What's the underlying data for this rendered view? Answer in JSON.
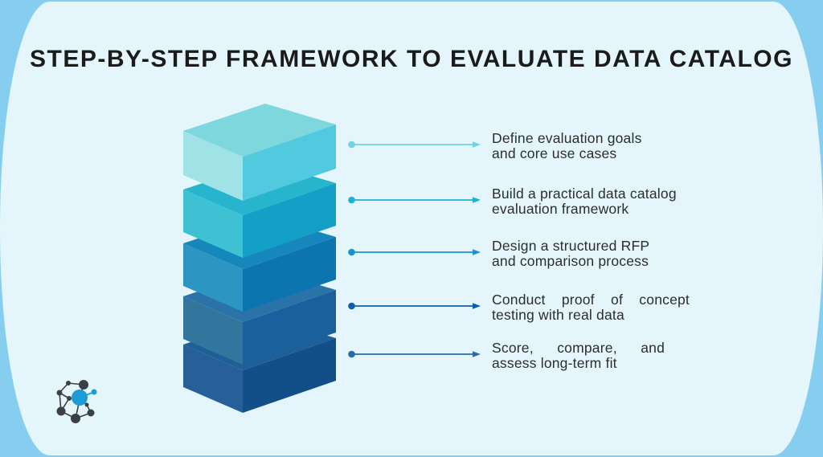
{
  "title": "STEP-BY-STEP FRAMEWORK TO EVALUATE DATA CATALOG",
  "theme": {
    "outer_background": "#86CEEF",
    "panel_background": "#E4F6FC",
    "title_color": "#1B1B1B",
    "step_text_color": "#2D2D2D"
  },
  "steps": [
    {
      "line1": "Define evaluation goals",
      "line2": "and core use cases",
      "arrow_color": "#6ED3DC"
    },
    {
      "line1": "Build a practical data catalog",
      "line2": "evaluation framework",
      "arrow_color": "#1CB2D2"
    },
    {
      "line1": "Design a structured RFP",
      "line2": "and comparison process",
      "arrow_color": "#1795CB"
    },
    {
      "line1": "Conduct proof of concept",
      "line2": "testing with real data",
      "arrow_color": "#0F5FA8"
    },
    {
      "line1": "Score, compare, and",
      "line2": "assess long-term fit",
      "arrow_color": "#2A6BA5"
    }
  ],
  "stack": {
    "layers": [
      {
        "name": "layer-1",
        "top": "#7DD7DD",
        "left": "#9FE3E7",
        "right": "#51C9DE"
      },
      {
        "name": "layer-2",
        "top": "#26B5CC",
        "left": "#3EC2D3",
        "right": "#14A0C6"
      },
      {
        "name": "layer-3",
        "top": "#1587BD",
        "left": "#2D95C1",
        "right": "#0C74AF"
      },
      {
        "name": "layer-4",
        "top": "#2A73A9",
        "left": "#32759D",
        "right": "#19609C"
      },
      {
        "name": "layer-5",
        "top": "#1F5F98",
        "left": "#276099",
        "right": "#124E88"
      }
    ]
  },
  "logo": {
    "label": "network-graph-logo",
    "accent_color": "#1E9AD6",
    "node_color": "#3A4046"
  }
}
